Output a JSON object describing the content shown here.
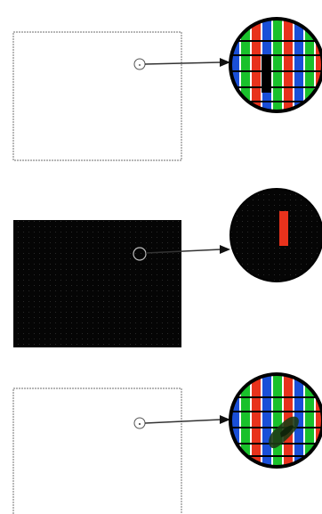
{
  "diagrams": [
    {
      "screen": "white",
      "defect": "dead-pixel",
      "subpixel_colors": [
        "#1a4fd8",
        "#19c12b",
        "#e8321c"
      ],
      "defect_color": "#000000"
    },
    {
      "screen": "black",
      "defect": "stuck-red-subpixel",
      "defect_color": "#e8321c"
    },
    {
      "screen": "white",
      "defect": "smudge",
      "subpixel_colors": [
        "#1a4fd8",
        "#19c12b",
        "#e8321c"
      ],
      "defect_color": "#1d3a14"
    }
  ],
  "colors": {
    "blue": "#1a4fd8",
    "green": "#19c12b",
    "red": "#e8321c",
    "outline": "#000000",
    "screen_border": "#8a8a8a",
    "dark_screen": "#050505"
  }
}
